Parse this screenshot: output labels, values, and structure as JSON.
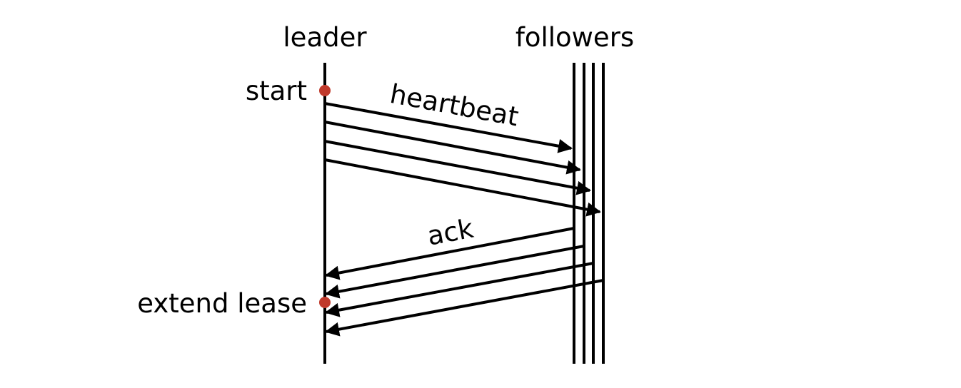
{
  "lifelines": {
    "leader": "leader",
    "followers": "followers"
  },
  "events": {
    "start": "start",
    "extend_lease": "extend lease"
  },
  "messages": {
    "heartbeat": "heartbeat",
    "ack": "ack"
  },
  "colors": {
    "line": "#000000",
    "event_dot": "#c0392b",
    "background": "#ffffff"
  }
}
